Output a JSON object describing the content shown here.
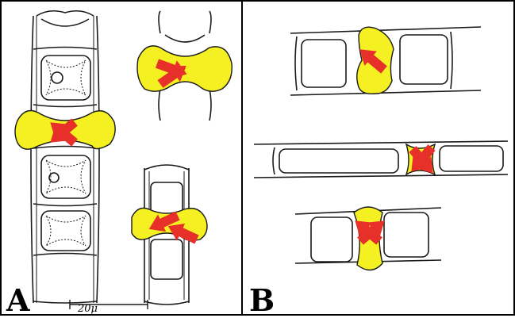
{
  "panels": [
    {
      "id": "A",
      "label": "A",
      "scale_bar_label": "20μ"
    },
    {
      "id": "B",
      "label": "B"
    }
  ],
  "colors": {
    "conjugation_bridge_fill": "#f4f021",
    "arrow_fill": "#e8302a",
    "cell_outline": "#1a1a1a",
    "background": "#ffffff"
  },
  "icons": [
    "arrow-icon"
  ]
}
